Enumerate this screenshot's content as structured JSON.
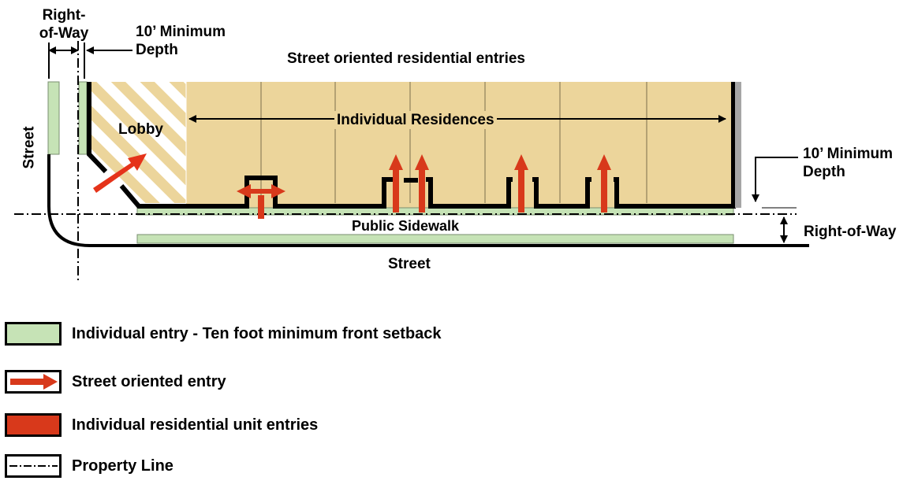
{
  "labels": {
    "left_row": "Right-\nof-Way",
    "left_row_line1": "Right-",
    "left_row_line2": "of-Way",
    "min_depth_top_line1": "10’ Minimum",
    "min_depth_top_line2": "Depth",
    "street_oriented_title": "Street oriented residential entries",
    "lobby": "Lobby",
    "individual_residences": "Individual Residences",
    "street_left": "Street",
    "min_depth_right_line1": "10’ Minimum",
    "min_depth_right_line2": "Depth",
    "public_sidewalk": "Public Sidewalk",
    "right_row": "Right-of-Way",
    "street_bottom": "Street"
  },
  "legend": [
    {
      "id": "green",
      "text": "Individual entry - Ten foot minimum front setback",
      "swatch": "green-box"
    },
    {
      "id": "arrow",
      "text": "Street oriented entry",
      "swatch": "red-arrow"
    },
    {
      "id": "red",
      "text": "Individual residential unit entries",
      "swatch": "red-box"
    },
    {
      "id": "line",
      "text": "Property Line",
      "swatch": "dash-dot-line"
    }
  ],
  "colors": {
    "building_fill": "#ecd59b",
    "green": "#c6e3b6",
    "red": "#d8391b",
    "hatch": "#ecd59b",
    "outline": "#000000"
  }
}
